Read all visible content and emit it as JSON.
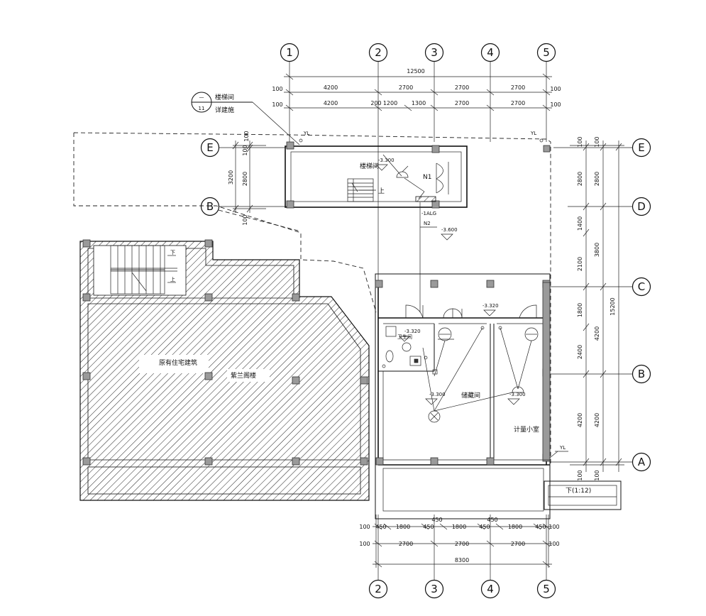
{
  "axes_top": [
    "1",
    "2",
    "3",
    "4",
    "5"
  ],
  "axes_bottom": [
    "2",
    "3",
    "4",
    "5"
  ],
  "axes_right": [
    "E",
    "D",
    "C",
    "B",
    "A"
  ],
  "axes_left": [
    "E",
    "B"
  ],
  "dims_top": {
    "total": "12500",
    "row1": [
      "100",
      "4200",
      "2700",
      "2700",
      "2700",
      "100"
    ],
    "row2": [
      "100",
      "4200",
      "200",
      "1200",
      "1300",
      "2700",
      "2700",
      "100"
    ]
  },
  "dims_bottom": {
    "row1": [
      "100",
      "450",
      "1800",
      "450",
      "1800",
      "450",
      "1800",
      "450",
      "100"
    ],
    "row1_extra": [
      "450",
      "450"
    ],
    "row2": [
      "100",
      "2700",
      "2700",
      "2700",
      "100"
    ],
    "total": "8300"
  },
  "dims_right": {
    "inner": [
      "100",
      "2800",
      "1400",
      "2100",
      "1800",
      "2400",
      "4200",
      "100"
    ],
    "outer": [
      "100",
      "2800",
      "3800",
      "4200",
      "4200",
      "100"
    ],
    "total": "15200"
  },
  "dims_left": [
    "100",
    "3200",
    "2800",
    "100",
    "100"
  ],
  "detail_ref": {
    "top": "—",
    "bottom": "11",
    "line1": "楼梯间",
    "line2": "详建施"
  },
  "labels": {
    "stair_room": "楼梯间",
    "storage": "储藏间",
    "toilet": "卫生间",
    "meter_room": "计量小室",
    "hatch_a": "原有住宅建筑",
    "hatch_b": "紫兰阁楼",
    "yl": "YL",
    "door_n1": "N1",
    "door_n2": "N2",
    "cable": "-1ALG",
    "up": "上",
    "down": "下",
    "up2": "上",
    "ramp": "下(1:12)"
  },
  "levels": {
    "stair": "-3.300",
    "outdoor": "-3.600",
    "corridor": "-3.320",
    "toilet": "-3.320",
    "storage_a": "-3.300",
    "storage_b": "-3.300"
  }
}
